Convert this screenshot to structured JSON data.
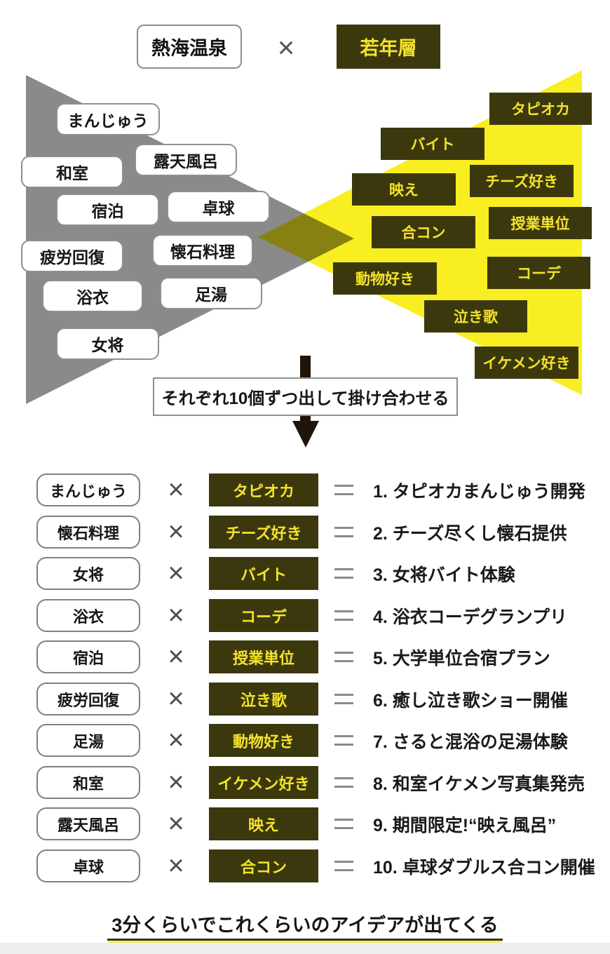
{
  "header": {
    "left": "熱海温泉",
    "right": "若年層"
  },
  "operators": {
    "multiply": "×",
    "equals": "="
  },
  "funnel": {
    "left_items": [
      "まんじゅう",
      "露天風呂",
      "和室",
      "宿泊",
      "卓球",
      "疲労回復",
      "懐石料理",
      "浴衣",
      "足湯",
      "女将"
    ],
    "right_items": [
      "タピオカ",
      "バイト",
      "チーズ好き",
      "映え",
      "授業単位",
      "合コン",
      "コーデ",
      "動物好き",
      "泣き歌",
      "イケメン好き"
    ]
  },
  "process_note": "それぞれ10個ずつ出して掛け合わせる",
  "combinations": [
    {
      "left": "まんじゅう",
      "right": "タピオカ",
      "result": "1. タピオカまんじゅう開発"
    },
    {
      "left": "懐石料理",
      "right": "チーズ好き",
      "result": "2. チーズ尽くし懐石提供"
    },
    {
      "left": "女将",
      "right": "バイト",
      "result": "3. 女将バイト体験"
    },
    {
      "left": "浴衣",
      "right": "コーデ",
      "result": "4. 浴衣コーデグランプリ"
    },
    {
      "left": "宿泊",
      "right": "授業単位",
      "result": "5. 大学単位合宿プラン"
    },
    {
      "left": "疲労回復",
      "right": "泣き歌",
      "result": "6. 癒し泣き歌ショー開催"
    },
    {
      "left": "足湯",
      "right": "動物好き",
      "result": "7. さると混浴の足湯体験"
    },
    {
      "left": "和室",
      "right": "イケメン好き",
      "result": "8. 和室イケメン写真集発売"
    },
    {
      "left": "露天風呂",
      "right": "映え",
      "result": "9. 期間限定!“映え風呂”"
    },
    {
      "left": "卓球",
      "right": "合コン",
      "result": "10. 卓球ダブルス合コン開催"
    }
  ],
  "footer_note": "3分くらいでこれくらいのアイデアが出てくる",
  "colors": {
    "triangle_gray": "#8a8a8a",
    "triangle_yellow": "#f9ee21",
    "box_dark": "#3c380d",
    "box_dark_text": "#f3e32b",
    "arrow_dark": "#201408",
    "marker_yellow": "#f8ec51"
  }
}
